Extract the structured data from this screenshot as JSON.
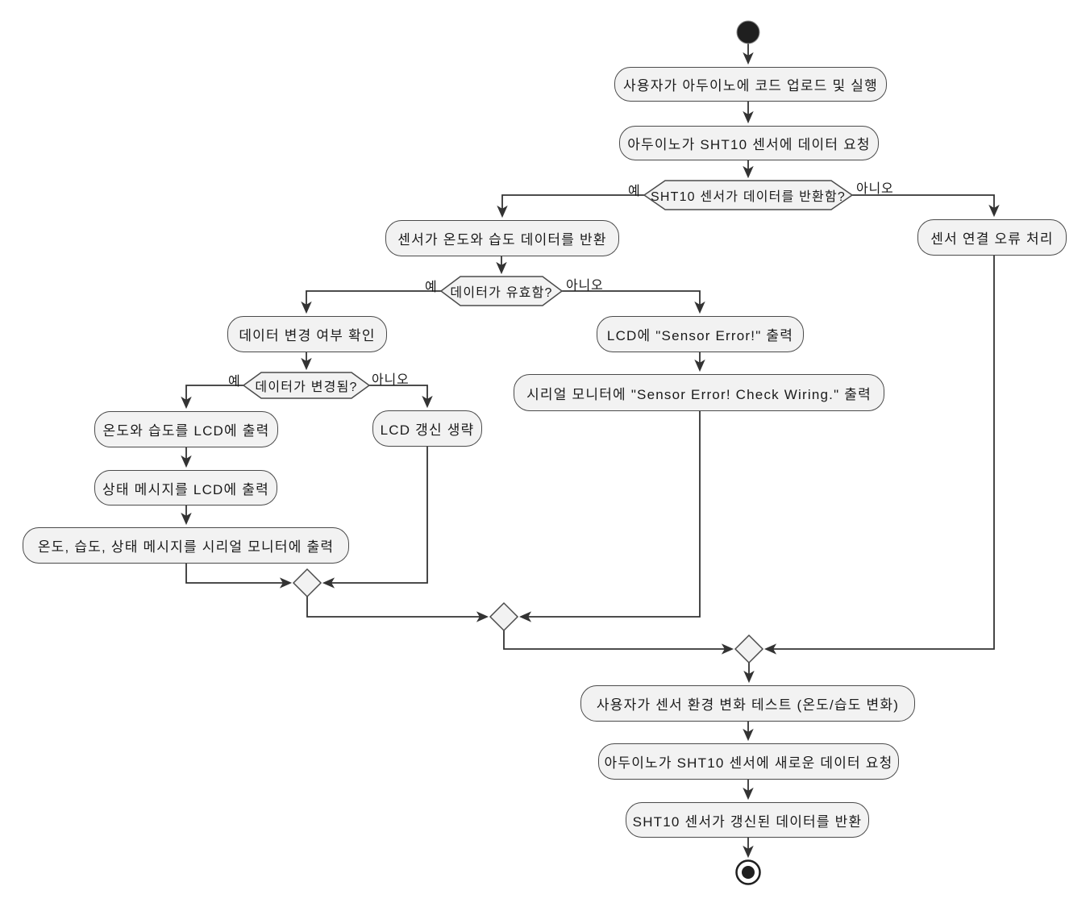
{
  "diagram": {
    "type": "activity-flowchart",
    "language": "Korean",
    "colors": {
      "background": "#ffffff",
      "node_fill": "#f2f2f2",
      "node_border": "#4b4b4b",
      "edge": "#333333",
      "text": "#1a1a1a",
      "terminal": "#1f1f1f"
    },
    "nodes": {
      "start": {
        "type": "start"
      },
      "a1": {
        "label": "사용자가 아두이노에 코드 업로드 및 실행"
      },
      "a2": {
        "label": "아두이노가 SHT10 센서에 데이터 요청"
      },
      "d1": {
        "label": "SHT10 센서가 데이터를 반환함?"
      },
      "a3": {
        "label": "센서가 온도와 습도 데이터를 반환"
      },
      "a4": {
        "label": "센서 연결 오류 처리"
      },
      "d2": {
        "label": "데이터가 유효함?"
      },
      "a5": {
        "label": "데이터 변경 여부 확인"
      },
      "a6": {
        "label": "LCD에 \"Sensor Error!\" 출력"
      },
      "d3": {
        "label": "데이터가 변경됨?"
      },
      "a7": {
        "label": "시리얼 모니터에 \"Sensor Error! Check Wiring.\" 출력"
      },
      "a8": {
        "label": "온도와 습도를 LCD에 출력"
      },
      "a9": {
        "label": "LCD 갱신 생략"
      },
      "a10": {
        "label": "상태 메시지를 LCD에 출력"
      },
      "a11": {
        "label": "온도, 습도, 상태 메시지를 시리얼 모니터에 출력"
      },
      "a12": {
        "label": "사용자가 센서 환경 변화 테스트 (온도/습도 변화)"
      },
      "a13": {
        "label": "아두이노가 SHT10 센서에 새로운 데이터 요청"
      },
      "a14": {
        "label": "SHT10 센서가 갱신된 데이터를 반환"
      },
      "end": {
        "type": "end"
      }
    },
    "edge_labels": {
      "d1_yes": "예",
      "d1_no": "아니오",
      "d2_yes": "예",
      "d2_no": "아니오",
      "d3_yes": "예",
      "d3_no": "아니오"
    }
  }
}
